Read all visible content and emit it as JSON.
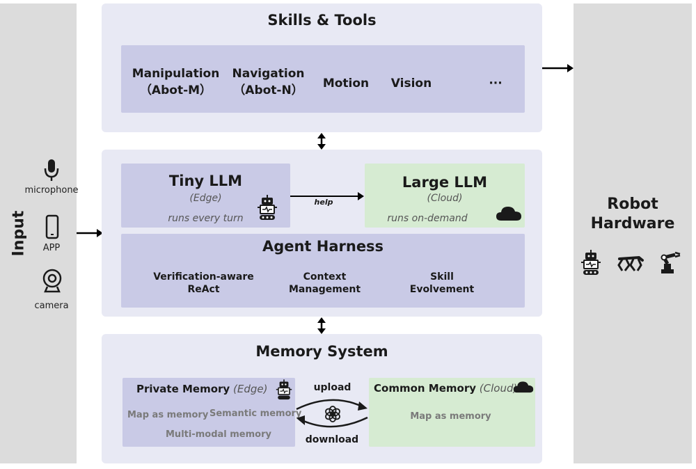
{
  "input": {
    "label": "Input",
    "devices": [
      {
        "label": "microphone",
        "icon": "microphone-icon"
      },
      {
        "label": "APP",
        "icon": "smartphone-icon"
      },
      {
        "label": "camera",
        "icon": "webcam-icon"
      }
    ]
  },
  "robot_hardware": {
    "title_line1": "Robot",
    "title_line2": "Hardware",
    "icons": [
      "robot-icon",
      "robot-dog-icon",
      "robotic-arm-icon"
    ]
  },
  "skills": {
    "title": "Skills & Tools",
    "items": [
      {
        "line1": "Manipulation",
        "line2": "（Abot-M）"
      },
      {
        "line1": "Navigation",
        "line2": "（Abot-N）"
      },
      {
        "line1": "Motion",
        "line2": ""
      },
      {
        "line1": "Vision",
        "line2": ""
      },
      {
        "line1": "···",
        "line2": ""
      }
    ]
  },
  "agent": {
    "tiny_llm": {
      "title": "Tiny LLM",
      "subtitle": "(Edge)",
      "note": "runs every turn"
    },
    "large_llm": {
      "title": "Large LLM",
      "subtitle": "(Cloud)",
      "note": "runs on-demand"
    },
    "help_label": "help",
    "harness": {
      "title": "Agent Harness",
      "items": [
        {
          "line1": "Verification-aware",
          "line2": "ReAct"
        },
        {
          "line1": "Context",
          "line2": "Management"
        },
        {
          "line1": "Skill",
          "line2": "Evolvement"
        }
      ]
    }
  },
  "memory": {
    "title": "Memory System",
    "private": {
      "title": "Private Memory",
      "scope": "(Edge)",
      "items": [
        "Map as memory",
        "Semantic memory",
        "Multi-modal memory"
      ]
    },
    "common": {
      "title": "Common Memory",
      "scope": "(Cloud)",
      "items": [
        "Map as memory"
      ]
    },
    "upload_label": "upload",
    "download_label": "download"
  },
  "colors": {
    "panel": "#e8e9f4",
    "inner": "#c9cae6",
    "cloud_box": "#d6ebd2",
    "side_column": "#dcdcdc"
  }
}
